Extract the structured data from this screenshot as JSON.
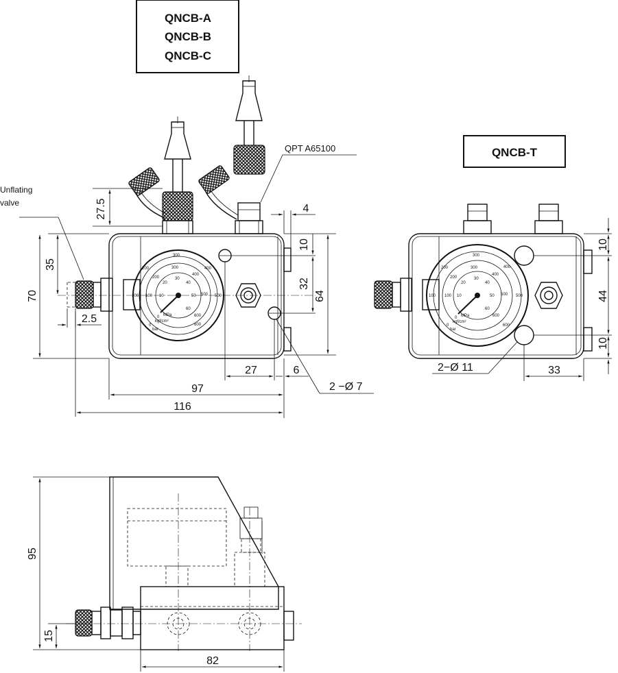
{
  "models": {
    "group_abc": [
      "QNCB-A",
      "QNCB-B",
      "QNCB-C"
    ],
    "group_t": "QNCB-T"
  },
  "callouts": {
    "qpt": "QPT A65100",
    "unflating_line1": "Unflating",
    "unflating_line2": "valve",
    "holes_7": "2 −Ø 7",
    "holes_11": "2−Ø 11"
  },
  "dimensions": {
    "front": {
      "d27_5": "27.5",
      "d4": "4",
      "d35": "35",
      "d70": "70",
      "d2_5": "2.5",
      "d10a": "10",
      "d32": "32",
      "d64": "64",
      "d27": "27",
      "d6": "6",
      "d97": "97",
      "d116": "116"
    },
    "t_view": {
      "d10a": "10",
      "d44": "44",
      "d10b": "10",
      "d33": "33"
    },
    "side": {
      "d95": "95",
      "d15": "15",
      "d82": "82"
    }
  },
  "gauge": {
    "outer_ticks": [
      "100",
      "200",
      "300",
      "400",
      "500",
      "600"
    ],
    "inner_ticks": [
      "10",
      "20",
      "30",
      "40",
      "50",
      "60"
    ],
    "mid_ticks": [
      "100",
      "200",
      "300",
      "400",
      "500",
      "600"
    ],
    "unit_mpa": "MPa",
    "unit_kgf": "kgf/cm²",
    "unit_bar": "bar",
    "zero": "0"
  }
}
